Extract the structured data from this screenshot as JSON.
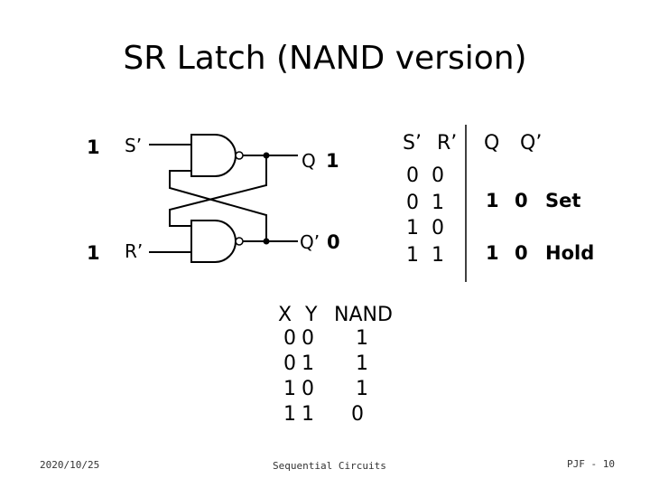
{
  "title": "SR Latch (NAND version)",
  "circuit": {
    "s_input_value": "1",
    "s_input_label": "S’",
    "r_input_value": "1",
    "r_input_label": "R’",
    "q_label": "Q",
    "q_value": "1",
    "qbar_label": "Q’",
    "qbar_value": "0"
  },
  "sr_table": {
    "headers": [
      "S’",
      "R’",
      "Q",
      "Q’"
    ],
    "rows": [
      {
        "s": "0",
        "r": "0",
        "q": "",
        "qn": "",
        "note": ""
      },
      {
        "s": "0",
        "r": "1",
        "q": "1",
        "qn": "0",
        "note": "Set"
      },
      {
        "s": "1",
        "r": "0",
        "q": "",
        "qn": "",
        "note": ""
      },
      {
        "s": "1",
        "r": "1",
        "q": "1",
        "qn": "0",
        "note": "Hold"
      }
    ]
  },
  "nand_table": {
    "headers": [
      "X",
      "Y",
      "NAND"
    ],
    "rows": [
      {
        "x": "0",
        "y": "0",
        "out": "1"
      },
      {
        "x": "0",
        "y": "1",
        "out": "1"
      },
      {
        "x": "1",
        "y": "0",
        "out": "1"
      },
      {
        "x": "1",
        "y": "1",
        "out": "0"
      }
    ]
  },
  "footer": {
    "date": "2020/10/25",
    "center": "Sequential Circuits",
    "page": "PJF - 10"
  }
}
